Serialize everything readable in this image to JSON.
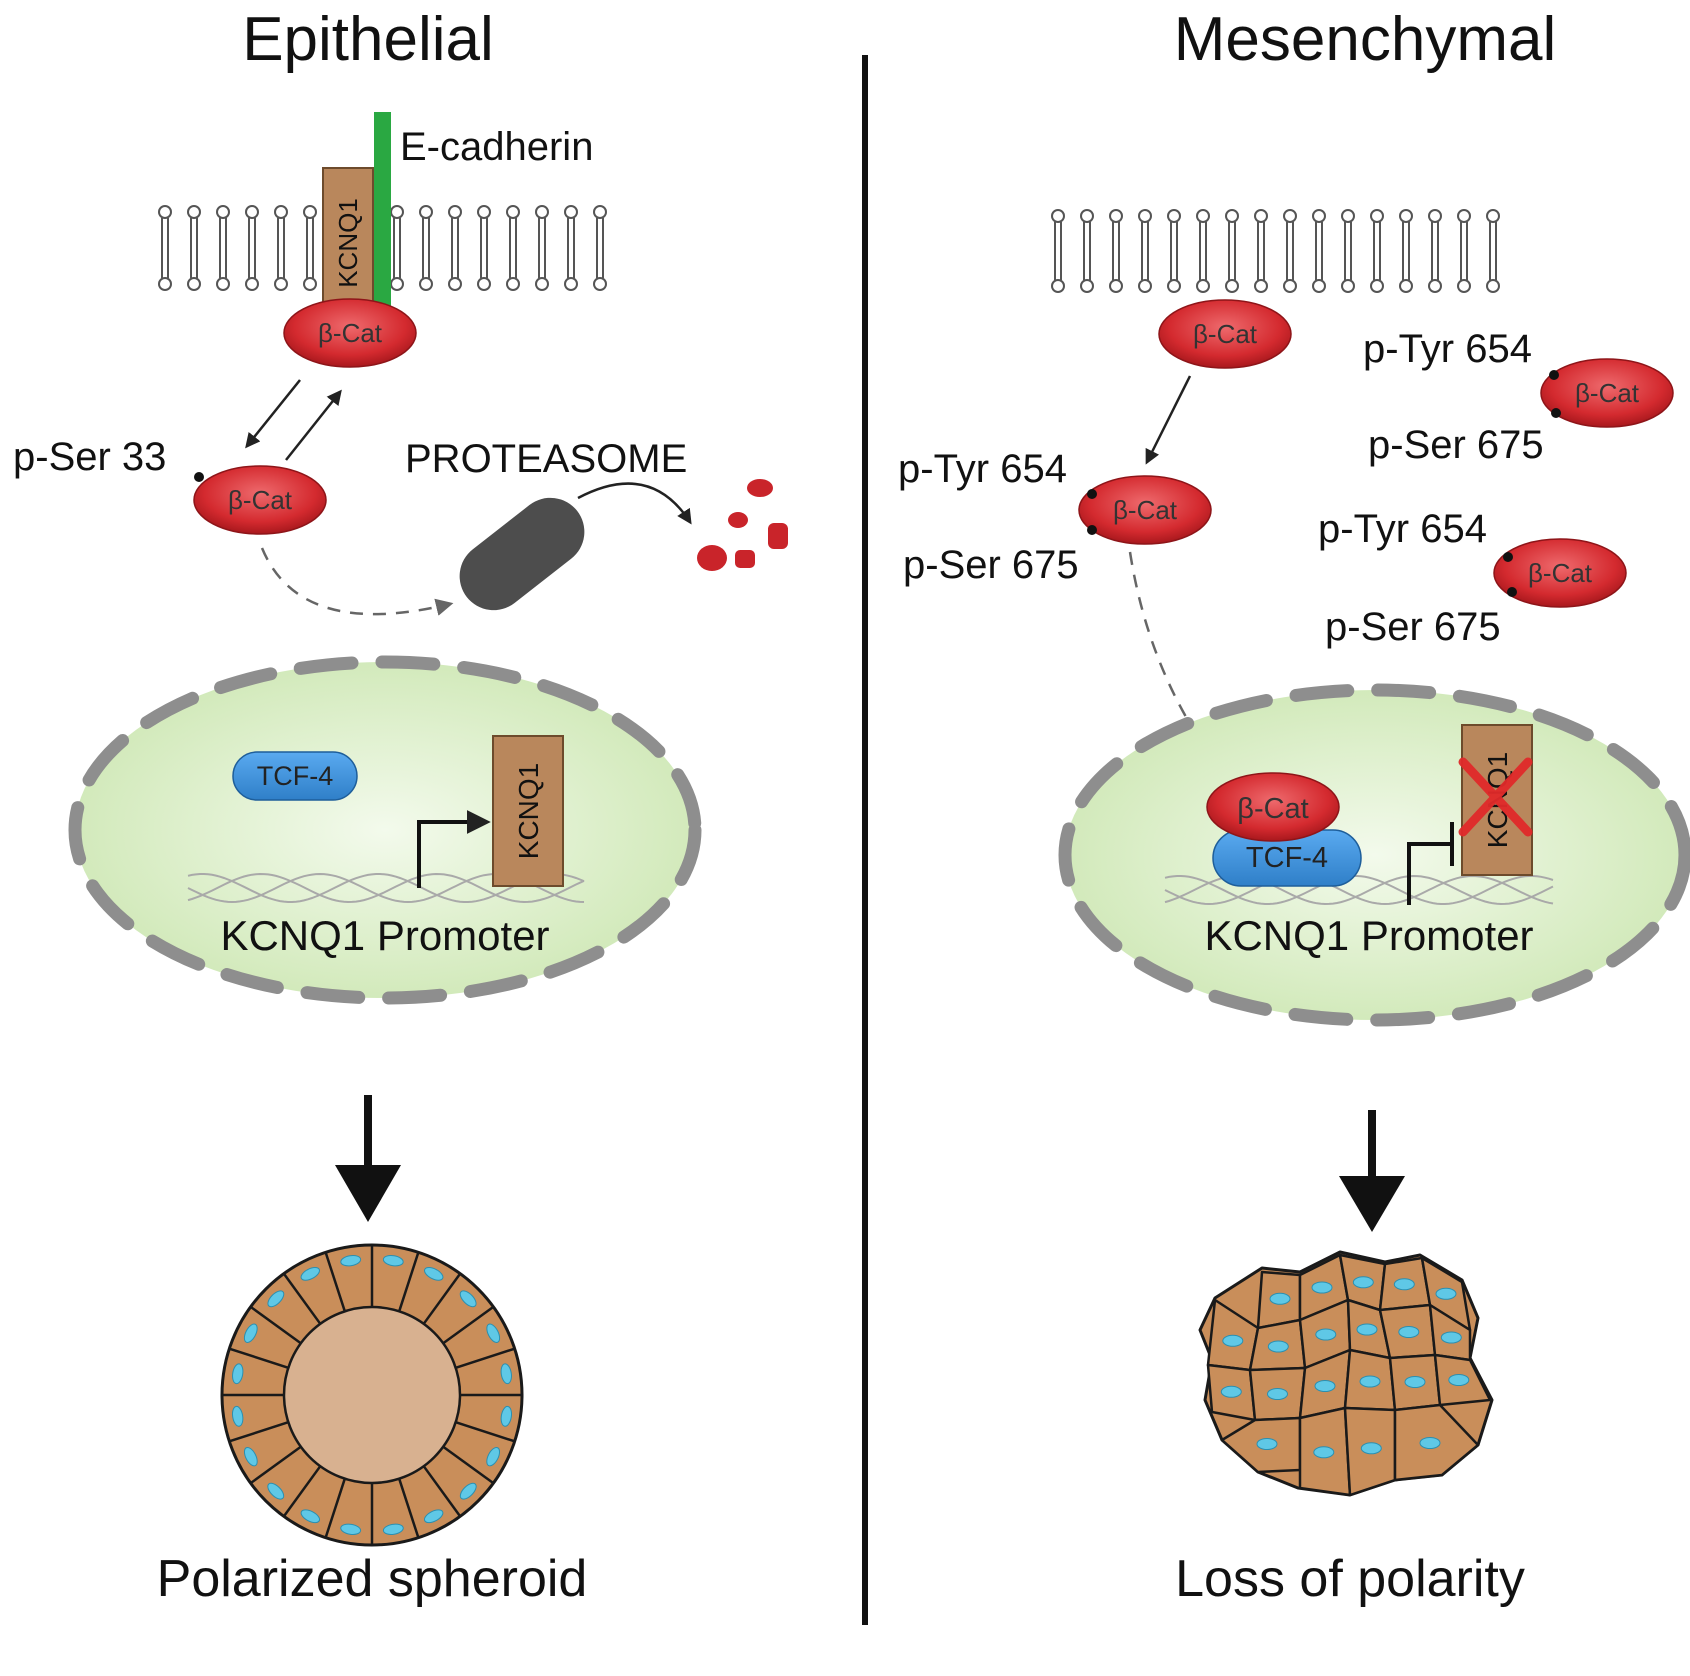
{
  "panels": {
    "left_title": "Epithelial",
    "right_title": "Mesenchymal"
  },
  "left": {
    "ecadherin": "E-cadherin",
    "kcnq1_membrane": "KCNQ1",
    "bcat_membrane": "β-Cat",
    "pser33": "p-Ser 33",
    "bcat_free": "β-Cat",
    "proteasome": "PROTEASOME",
    "tcf4": "TCF-4",
    "kcnq1_gene": "KCNQ1",
    "promoter": "KCNQ1 Promoter",
    "outcome": "Polarized spheroid"
  },
  "right": {
    "bcat_top": "β-Cat",
    "ptyr_a": "p-Tyr 654",
    "bcat_a": "β-Cat",
    "pser_a": "p-Ser 675",
    "ptyr_b": "p-Tyr 654",
    "bcat_b": "β-Cat",
    "pser_b": "p-Ser 675",
    "ptyr_c": "p-Tyr 654",
    "bcat_c": "β-Cat",
    "pser_c": "p-Ser 675",
    "bcat_nuc": "β-Cat",
    "tcf4": "TCF-4",
    "kcnq1_gene": "KCNQ1",
    "promoter": "KCNQ1 Promoter",
    "outcome": "Loss of polarity"
  },
  "colors": {
    "bcat_red": "#d42a2f",
    "tcf_blue": "#3a8fd6",
    "kcnq1_brown": "#b9875c",
    "ecad_green": "#2aa842",
    "nucleus_green": "#dcefc8",
    "envelope_gray": "#8e8e8e",
    "proteasome_gray": "#4d4d4d",
    "cell_tan": "#c98e5a",
    "nucleus_cyan": "#5fc8e6"
  }
}
